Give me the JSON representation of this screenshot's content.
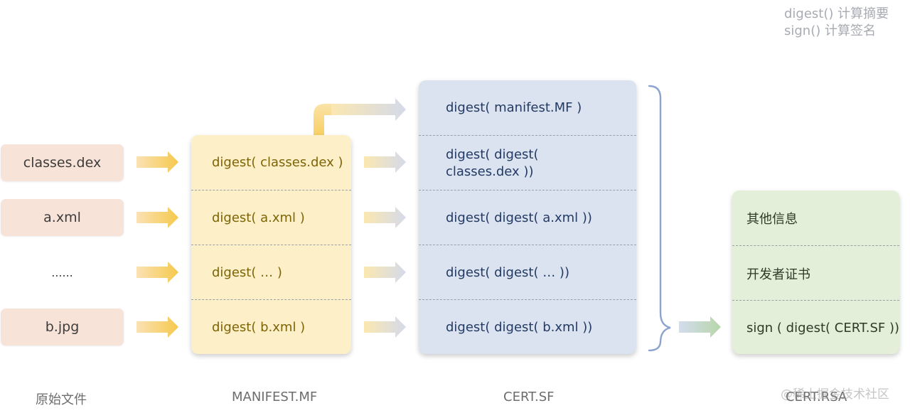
{
  "legend": {
    "line1": "digest() 计算摘要",
    "line2": "sign() 计算签名"
  },
  "files": [
    {
      "label": "classes.dex"
    },
    {
      "label": "a.xml"
    },
    {
      "label": "......"
    },
    {
      "label": "b.jpg"
    }
  ],
  "manifest": {
    "rows": [
      "digest( classes.dex )",
      "digest( a.xml )",
      "digest( … )",
      "digest( b.xml )"
    ]
  },
  "cert_sf": {
    "rows": [
      "digest( manifest.MF )",
      "digest( digest( classes.dex ))",
      "digest( digest( a.xml ))",
      "digest( digest( … ))",
      "digest( digest( b.xml ))"
    ]
  },
  "cert_rsa": {
    "rows": [
      "其他信息",
      "开发者证书",
      "sign ( digest( CERT.SF ))"
    ]
  },
  "captions": {
    "original_files": "原始文件",
    "manifest": "MANIFEST.MF",
    "cert_sf": "CERT.SF",
    "cert_rsa": "CERT.RSA"
  },
  "watermark": "@稀土掘金技术社区",
  "colors": {
    "file_bg": "#f8e3d8",
    "manifest_bg": "#fdf0c9",
    "cert_sf_bg": "#dbe3f1",
    "cert_rsa_bg": "#e4efd9",
    "arrow_orange": "#f5c94c",
    "arrow_blue": "#d2d9ea",
    "arrow_green": "#b5d3a6",
    "brace": "#8ea3cd"
  }
}
